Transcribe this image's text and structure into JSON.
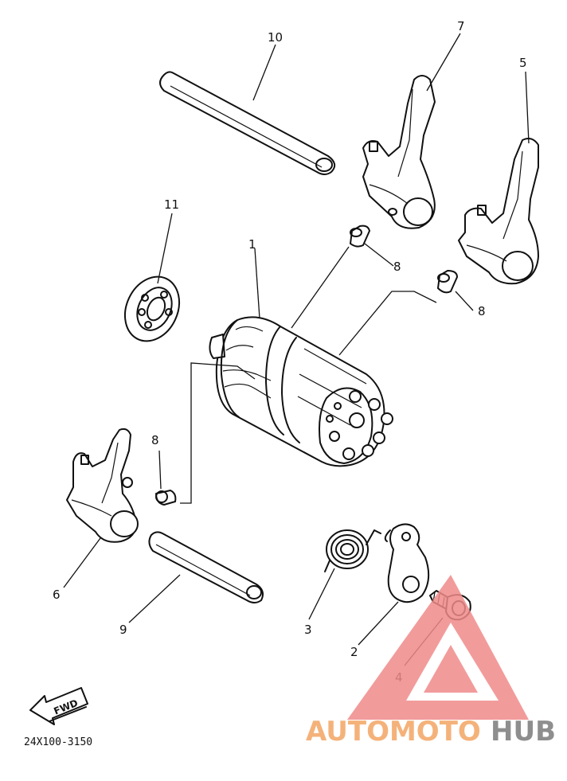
{
  "diagram": {
    "callouts": {
      "c1": "1",
      "c2": "2",
      "c3": "3",
      "c4": "4",
      "c5": "5",
      "c6": "6",
      "c7": "7",
      "c8a": "8",
      "c8b": "8",
      "c8c": "8",
      "c9": "9",
      "c10": "10",
      "c11": "11"
    },
    "fwd_label": "FWD",
    "part_number": "24X100-3150"
  },
  "watermark": {
    "brand_part1": "AUTOMOTO",
    "brand_part2": "HUB",
    "colors": {
      "triangle": "#f08a8a",
      "text_orange": "#f4b27a",
      "text_gray": "#8e8e8e"
    }
  }
}
